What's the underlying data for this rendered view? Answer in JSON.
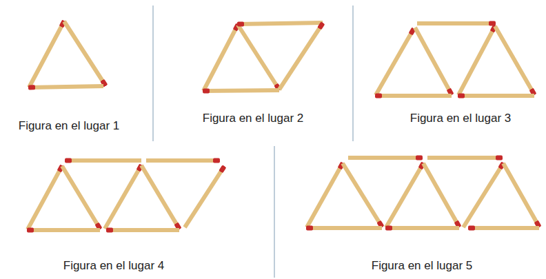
{
  "diagram": {
    "labels": [
      "Figura en el lugar 1",
      "Figura en el lugar 2",
      "Figura en el lugar 3",
      "Figura en el lugar 4",
      "Figura en el lugar 5"
    ]
  }
}
